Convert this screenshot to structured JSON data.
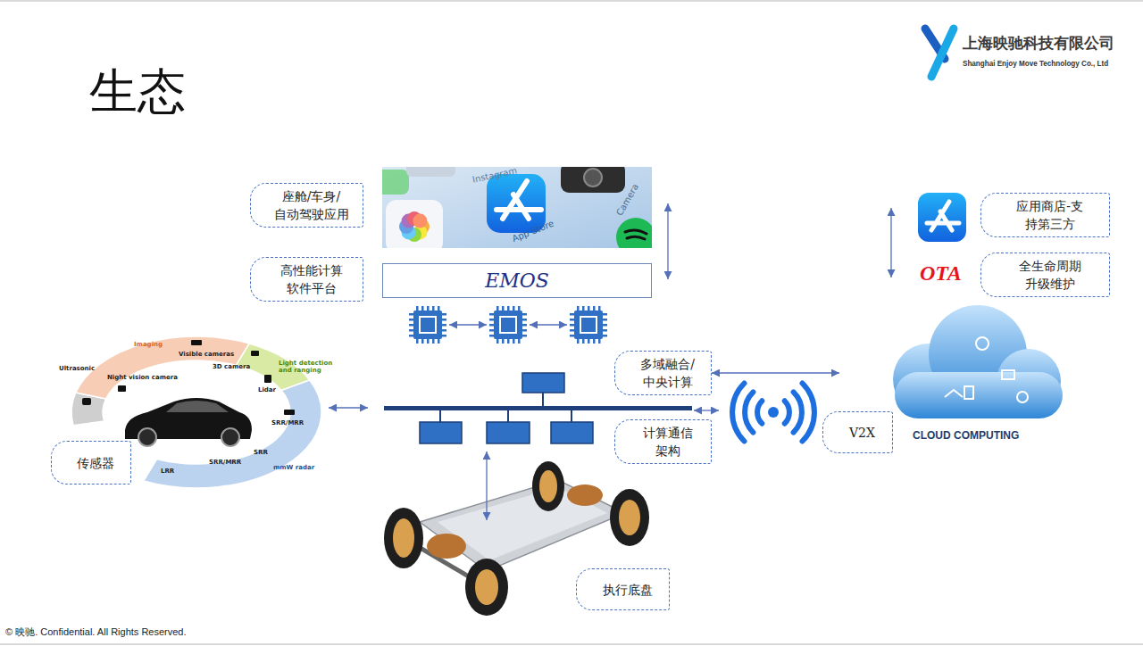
{
  "diagram": {
    "title": "生态",
    "nodes": [
      {
        "text": [
          "座舱/车身/ 自动驾驶应用"
        ]
      },
      {
        "text": [
          "高性能计算 软件平台"
        ]
      },
      {
        "text": [
          "EMOS"
        ]
      },
      {
        "text": [
          "多域融合/ 中央计算"
        ]
      },
      {
        "text": [
          "计算通信 架构"
        ]
      },
      {
        "text": [
          "传感器"
        ]
      },
      {
        "text": [
          "执行底盘"
        ]
      },
      {
        "text": [
          "V2X"
        ]
      },
      {
        "text": [
          "CLOUD COMPUTING"
        ]
      },
      {
        "text": [
          "应用商店-支 持第三方"
        ]
      },
      {
        "text": [
          "全生命周期 升级维护"
        ]
      }
    ],
    "edges": [
      {
        "from": 3,
        "to": 8,
        "arrow": "both"
      }
    ],
    "labels": [
      "上海映驰科技有限公司",
      "Shanghai Enjoy Move Technology Co., Ltd",
      "OTA",
      "© 映驰. Confidential. All Rights Reserved.",
      "Instagram",
      "App Store",
      "Camera",
      "Ultrasonic",
      "Imaging",
      "Visible cameras",
      "Night vision camera",
      "3D camera",
      "Light detection and ranging",
      "Lidar",
      "SRR/MRR",
      "SRR",
      "SRR/MRR",
      "LRR",
      "mmW radar"
    ]
  }
}
